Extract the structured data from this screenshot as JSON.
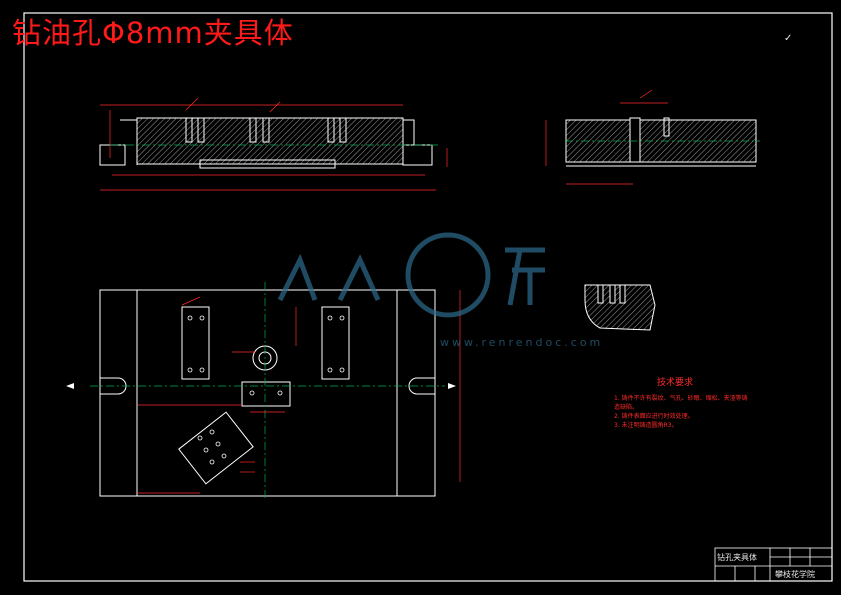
{
  "title": "钻油孔Φ8mm夹具体",
  "roughness_note": "✓",
  "technical_requirements": {
    "title": "技术要求",
    "items": [
      "1. 铸件不许有裂纹、气孔、砂眼、缩松、夹渣等铸造缺陷。",
      "2. 铸件表面应进行时效处理。",
      "3. 未注明铸造圆角R3。"
    ]
  },
  "title_block": {
    "name": "钻孔夹具体",
    "school": "攀枝花学院"
  },
  "watermark": "www.renrendoc.com",
  "colors": {
    "background": "#000000",
    "lines": "#ffffff",
    "annotation": "#ff1a1a",
    "centerline": "#00b050",
    "dimension": "#ff2a2a"
  }
}
